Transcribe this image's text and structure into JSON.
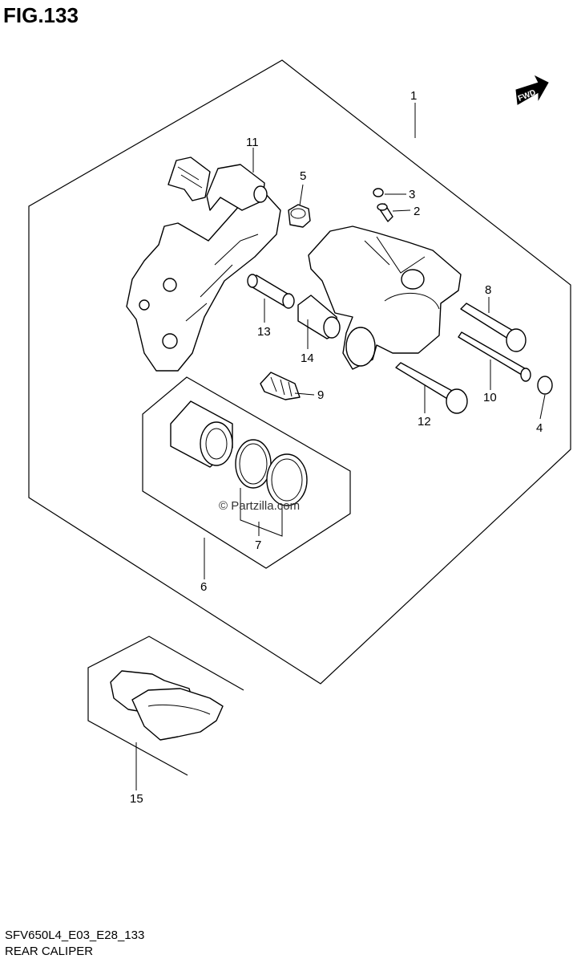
{
  "figure": {
    "title": "FIG.133"
  },
  "direction_label": "FWD",
  "watermark": "© Partzilla.com",
  "callouts": [
    {
      "label": "1"
    },
    {
      "label": "2"
    },
    {
      "label": "3"
    },
    {
      "label": "4"
    },
    {
      "label": "5"
    },
    {
      "label": "6"
    },
    {
      "label": "7"
    },
    {
      "label": "8"
    },
    {
      "label": "9"
    },
    {
      "label": "10"
    },
    {
      "label": "11"
    },
    {
      "label": "12"
    },
    {
      "label": "13"
    },
    {
      "label": "14"
    },
    {
      "label": "15"
    }
  ],
  "footer": {
    "code": "SFV650L4_E03_E28_133",
    "name": "REAR CALIPER"
  }
}
